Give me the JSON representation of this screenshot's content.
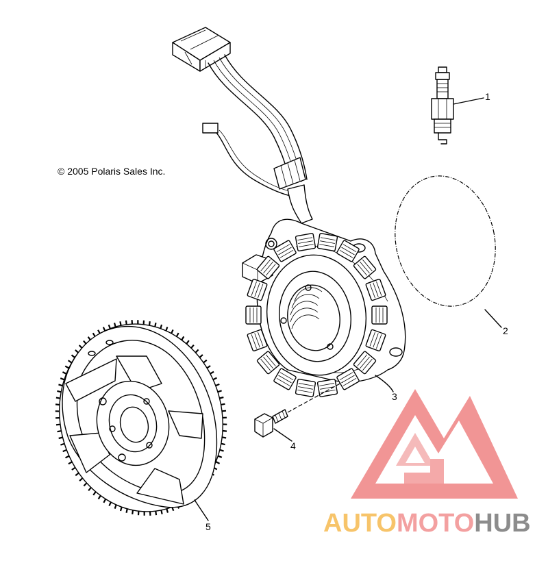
{
  "copyright": "© 2005 Polaris Sales Inc.",
  "callouts": [
    {
      "number": "1",
      "part": "spark-plug"
    },
    {
      "number": "2",
      "part": "gasket"
    },
    {
      "number": "3",
      "part": "stator"
    },
    {
      "number": "4",
      "part": "bolt"
    },
    {
      "number": "5",
      "part": "flywheel"
    }
  ],
  "watermark": {
    "part1": "AUTO",
    "part2": "MOTO",
    "part3": "HUB",
    "colors": {
      "auto": "#f7c46a",
      "moto": "#f3a0a0",
      "hub": "#8c8c8c",
      "logo": "#f08a8a"
    }
  }
}
